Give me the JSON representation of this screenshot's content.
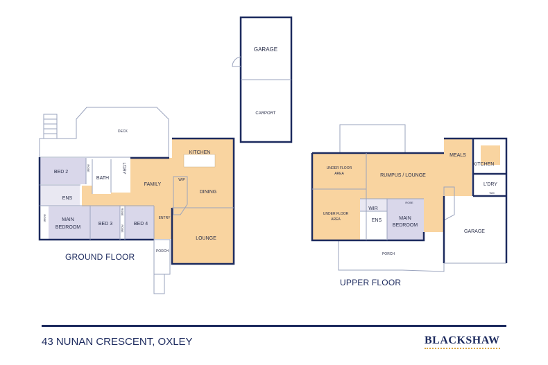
{
  "colors": {
    "living": "#f9d4a0",
    "bedroom": "#d9d7ea",
    "wall": "#1c2a5e",
    "logo_underline": "#d9a441"
  },
  "ground_floor": {
    "title": "GROUND FLOOR",
    "rooms": {
      "deck": "DECK",
      "kitchen": "KITCHEN",
      "bed2": "BED 2",
      "robe1": "ROBE",
      "bath": "BATH",
      "ldry": "L'DRY",
      "family": "FAMILY",
      "wip": "WIP",
      "dining": "DINING",
      "ens": "ENS",
      "main_bedroom_1": "MAIN",
      "main_bedroom_2": "BEDROOM",
      "robe2": "ROBE",
      "bed3": "BED 3",
      "robe3": "ROBE",
      "robe4": "ROBE",
      "bed4": "BED 4",
      "entry": "ENTRY",
      "lounge": "LOUNGE",
      "porch": "PORCH"
    }
  },
  "detached": {
    "garage": "GARAGE",
    "carport": "CARPORT"
  },
  "upper_floor": {
    "title": "UPPER FLOOR",
    "rooms": {
      "under1_1": "UNDER FLOOR",
      "under1_2": "AREA",
      "under2_1": "UNDER FLOOR",
      "under2_2": "AREA",
      "rumpus": "RUMPUS / LOUNGE",
      "meals": "MEALS",
      "kitchen": "KITCHEN",
      "ldry": "L'DRY",
      "wm": "WM",
      "wir": "WIR",
      "robe": "ROBE",
      "ens": "ENS",
      "main_bedroom_1": "MAIN",
      "main_bedroom_2": "BEDROOM",
      "garage": "GARAGE",
      "porch": "PORCH"
    }
  },
  "footer": {
    "address": "43 NUNAN CRESCENT, OXLEY",
    "logo": "BLACKSHAW"
  }
}
